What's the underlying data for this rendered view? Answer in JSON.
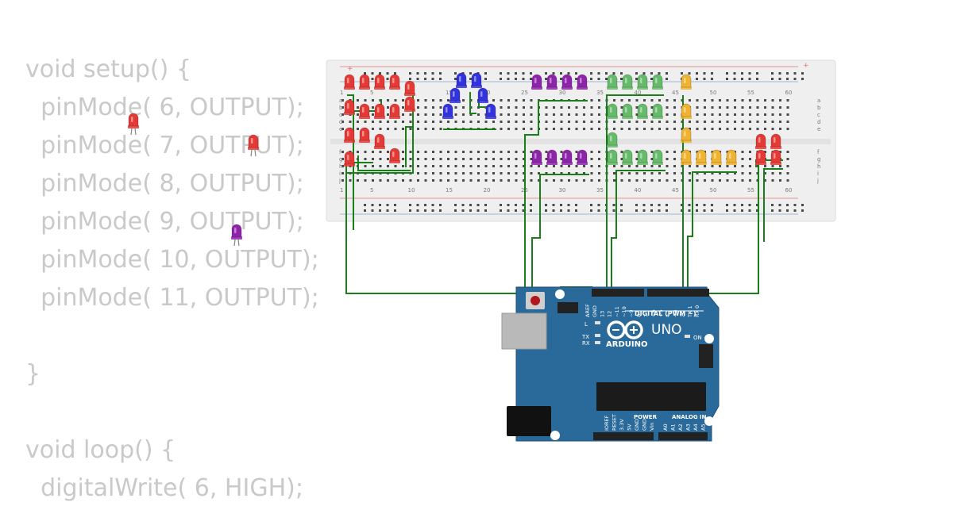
{
  "code_lines": [
    "void setup() {",
    "  pinMode( 6, OUTPUT);",
    "  pinMode( 7, OUTPUT);",
    "  pinMode( 8, OUTPUT);",
    "  pinMode( 9, OUTPUT);",
    "  pinMode( 10, OUTPUT);",
    "  pinMode( 11, OUTPUT);",
    "",
    "}",
    "",
    "void loop() {",
    "  digitalWrite( 6, HIGH);"
  ],
  "breadboard": {
    "column_numbers": [
      "1",
      "5",
      "10",
      "15",
      "20",
      "25",
      "30",
      "35",
      "40",
      "45",
      "50",
      "55",
      "60"
    ],
    "row_letters_top": [
      "a",
      "b",
      "c",
      "d",
      "e"
    ],
    "row_letters_bottom": [
      "f",
      "g",
      "h",
      "i",
      "j"
    ],
    "rail_plus": "+",
    "rail_minus": "-"
  },
  "arduino": {
    "brand": "ARDUINO",
    "model": "UNO",
    "digital_header_label": "DIGITAL (PWM ~)",
    "power_label": "POWER",
    "analog_label": "ANALOG IN",
    "led_labels": [
      "L",
      "TX",
      "RX",
      "ON"
    ],
    "top_pin_labels": [
      "AREF",
      "GND",
      "13",
      "12",
      "~11",
      "~10",
      "~9",
      "8",
      "7",
      "~6",
      "~5",
      "4",
      "~3",
      "2",
      "TX 1",
      "RX 0"
    ],
    "power_pin_labels": [
      "IOREF",
      "RESET",
      "3.3V",
      "5V",
      "GND",
      "GND",
      "Vin"
    ],
    "analog_pin_labels": [
      "A0",
      "A1",
      "A2",
      "A3",
      "A4",
      "A5"
    ]
  },
  "colors": {
    "red_led": "#e53935",
    "blue_led": "#3333dd",
    "purple_led": "#8e24aa",
    "green_led": "#66bb6a",
    "yellow_led": "#f0b330",
    "wire": "#1a7f1a",
    "board": "#2a6a9a",
    "breadboard": "#efefef"
  }
}
